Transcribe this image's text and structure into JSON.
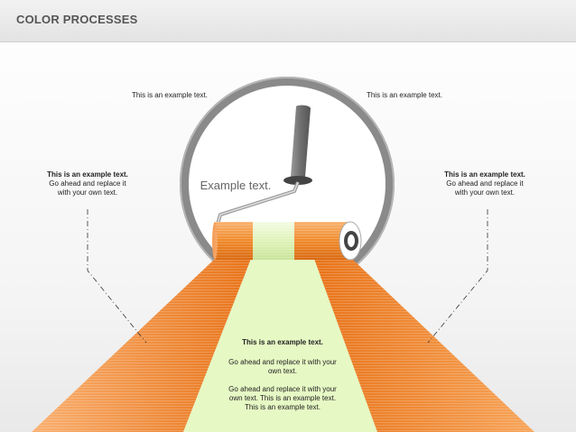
{
  "header": {
    "title": "COLOR PROCESSES"
  },
  "labels": {
    "top_left": "This is an example text.",
    "top_right": "This is an example text.",
    "center": "Example text.",
    "left": {
      "title": "This is an example text.",
      "body": "Go ahead and replace it with your own text."
    },
    "right": {
      "title": "This is an example text.",
      "body": "Go ahead and replace it with your own text."
    },
    "bottom": {
      "title": "This is an example text.",
      "body1": "Go ahead and replace it with your own text.",
      "body2": "Go ahead and replace it with your own text. This is an example text. This is an example text."
    }
  },
  "colors": {
    "orange": "#f0821e",
    "orange_light": "#f6a64f",
    "green_light": "#e6f8c4",
    "ring_gray": "#8a8a8a",
    "handle_gray": "#777777"
  }
}
